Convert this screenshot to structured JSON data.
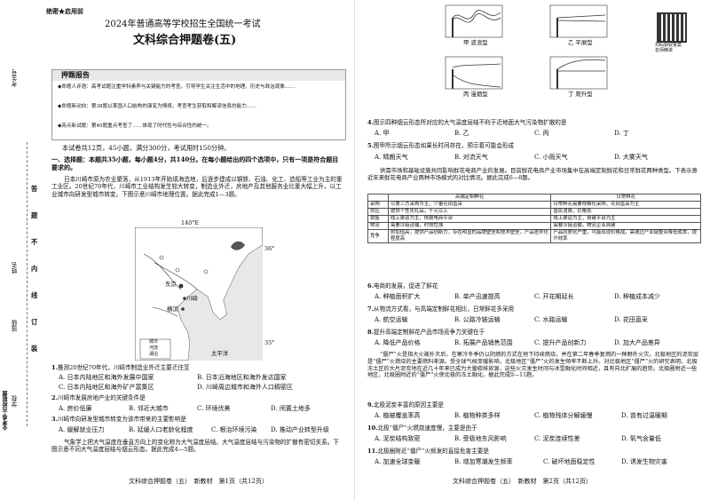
{
  "header": {
    "secret": "绝密★启用前",
    "title1": "2024年普通高等学校招生全国统一考试",
    "title2": "文科综合押题卷(五)",
    "qr_caption": "扫码获取答案\n名师精讲"
  },
  "report": {
    "title": "押题报告",
    "items": [
      "◆命题人评语：高考试题注重学科素养与关键能力的考查，引导学生关注生活中的地理、历史与政治现象……",
      "◆命题新动向：第38题以某国人口结构的演变为情境，考查考生获取和解读信息的能力……",
      "◆亮点新试题：第40题重点考查了……体现了时代性与综合性的统一。"
    ]
  },
  "instructions": "本试卷共12页，45小题，满分300分，考试用时150分钟。",
  "section1": {
    "heading": "一、选择题：本题共35小题，每小题4分，共140分。在每小题给出的四个选项中，只有一项是符合题目要求的。",
    "passage": "日本川崎市原为农业聚落，从1913年开始填海造地，后逐步建成以钢铁、石油、化工、造船等工业为主的重工业区。20世纪70年代，川崎市工业结构发生较大转变，制造业外迁，房地产及其他服务业比重大幅上升，以工业城市向研发型城市转变。下图示意川崎市地理位置。据此完成1—3题。"
  },
  "map": {
    "lon": "140°E",
    "lat1": "36°",
    "lat2": "35°",
    "tokyo": "东京",
    "kawasaki": "川崎",
    "yokohama": "横滨",
    "sea": "太平洋",
    "legend": [
      "城市",
      "河流",
      "湖泊"
    ]
  },
  "q_left": [
    {
      "n": "1.",
      "stem": "推测20世纪70年代，川崎市制造业外迁主要迁往至",
      "opts": [
        "A. 日本内陆地区和海外发展中国家",
        "B. 日本沿海地区和海外发达国家",
        "C. 日本内陆地区和海外矿产富集区",
        "D. 川崎周边城市和海外人口稠密区"
      ]
    },
    {
      "n": "2.",
      "stem": "川崎市发展房地产业的关键条件是",
      "opts": [
        "A. 房价低廉",
        "B. 邻近大城市",
        "C. 环境优美",
        "D. 闲置土地多"
      ]
    },
    {
      "n": "3.",
      "stem": "川崎市向研发型城市转变为该市带来的主要影响是",
      "opts": [
        "A. 缓解就业压力",
        "B. 延缓人口老龄化程度",
        "C. 根治环境污染",
        "D. 推动产业转型升级"
      ]
    }
  ],
  "passage2": "气象学上把大气温度在垂直方向上的变化称为大气温度层结。大气温度层结与污染物的扩散有密切关系。下图示意不同大气温度层结与烟云形态。据此完成4—5题。",
  "footer_left": "文科综合押题卷（五）　新教材　第1页（共12页）",
  "footer_right": "文科综合押题卷（五）　新教材　第2页（共12页）",
  "plumes": [
    "甲 波浪型",
    "乙 平展型",
    "丙 漫烟型",
    "丁 爬升型"
  ],
  "q_right_a": [
    {
      "n": "4.",
      "stem": "图示四种烟云形态所对应的大气温度层结不利于近地面大气污染物扩散的是",
      "opts": [
        "A. 甲",
        "B. 乙",
        "C. 丙",
        "D. 丁"
      ]
    },
    {
      "n": "5.",
      "stem": "图甲所示烟云形态如果长时间存在，预示着可能会形成",
      "opts": [
        "A. 晴朗天气",
        "B. 对流天气",
        "C. 小雨天气",
        "D. 大雾天气"
      ]
    }
  ],
  "passage3": "供需市场和基础设施共同影响鲜花电商产业的发展。目前鲜花电商产业市场集中在高端定制鲜花和日常鲜花两种类型。下表示意近年来鲜花电商产业两种市场模式的对比情况。据此完成6—8题。",
  "table": {
    "head": [
      "",
      "高端定制鲜花",
      "日常鲜花"
    ],
    "rows": [
      [
        "采购",
        "以第三方采购为主，少量花田直采",
        "日常鲜花需要规模化采购，花田直采为主"
      ],
      [
        "供应",
        "提供个性化礼品，千元以上",
        "普民消费，价格低"
      ],
      [
        "销售",
        "线上渠道为主，依赖电商平台",
        "线上渠道为主，自建平台为主"
      ],
      [
        "物流",
        "需要冷链运输，时效性强",
        "需要冷链运输，物流企业自建"
      ],
      [
        "竞争",
        "附加值高，提供产品创新力，存在明显的品牌壁垒和技术壁垒，产品差异化程度高",
        "产品同质化严重，可能出现价格战，需通过产业链整合降低成本，提升效率"
      ]
    ]
  },
  "q_right_b": [
    {
      "n": "6.",
      "stem": "电商的发展，促进了鲜花",
      "opts": [
        "A. 种植面积扩大",
        "B. 单产迅速提高",
        "C. 开花期延长",
        "D. 种植成本减少"
      ]
    },
    {
      "n": "7.",
      "stem": "从物流方式看，与高端定制鲜花相比，日常鲜花多采用",
      "opts": [
        "A. 航空运输",
        "B. 公路冷链运输",
        "C. 水路运输",
        "D. 花田直采"
      ]
    },
    {
      "n": "8.",
      "stem": "提升高端定制鲜花产品市场竞争力关键在于",
      "opts": [
        "A. 降低产品价格",
        "B. 拓展产品销售范围",
        "C. 提升产品创新力",
        "D. 加大产品差异"
      ]
    }
  ],
  "passage4": "“僵尸”火是指大火被扑灭后，在寒冷冬季仍以阴燃的方式在地下持续燃烧，并在第二年春季复燃的一种野外火灾。北极地区的泥炭层是“僵尸”火燃烧的主要燃料来源。受全球气候变暖影响，北极地区“僵尸”火的发生频率不断上升。对北极地区“僵尸”火的研究表明，北极冻土区的大片泥炭地在近几十年来已成为大量碳排放源，这些火灾发生时间与冰雪融化时间相近，且有向北扩展的趋势。北极圈附近一些地区，北极圈附近的“僵尸”火使北极的冻土融化。据此完成9—11题。",
  "q_right_c": [
    {
      "n": "9.",
      "stem": "北极泥炭丰富的原因主要是",
      "opts": [
        "A. 植被覆盖率高",
        "B. 植物种类多样",
        "C. 植物残体分解缓慢",
        "D. 曾有过温暖期"
      ]
    },
    {
      "n": "10.",
      "stem": "北极“僵尸”火燃烧速度慢，主要是由于",
      "opts": [
        "A. 泥炭结构致密",
        "B. 受极地东风影响",
        "C. 泥炭连续性差",
        "D. 氧气含量低"
      ]
    },
    {
      "n": "11.",
      "stem": "北极圈附近“僵尸”火频发的直接危害主要是",
      "opts": [
        "A. 加速全球变暖",
        "B. 增加寒潮发生频率",
        "C. 破坏地面稳定性",
        "D. 诱发生物灾害"
      ]
    }
  ],
  "side_labels": [
    "考生号",
    "姓名",
    "班级",
    "学校"
  ],
  "side_warn": [
    "答",
    "题",
    "不",
    "内",
    "线",
    "订",
    "装"
  ],
  "side_brand": "全考卷·百校联盟"
}
